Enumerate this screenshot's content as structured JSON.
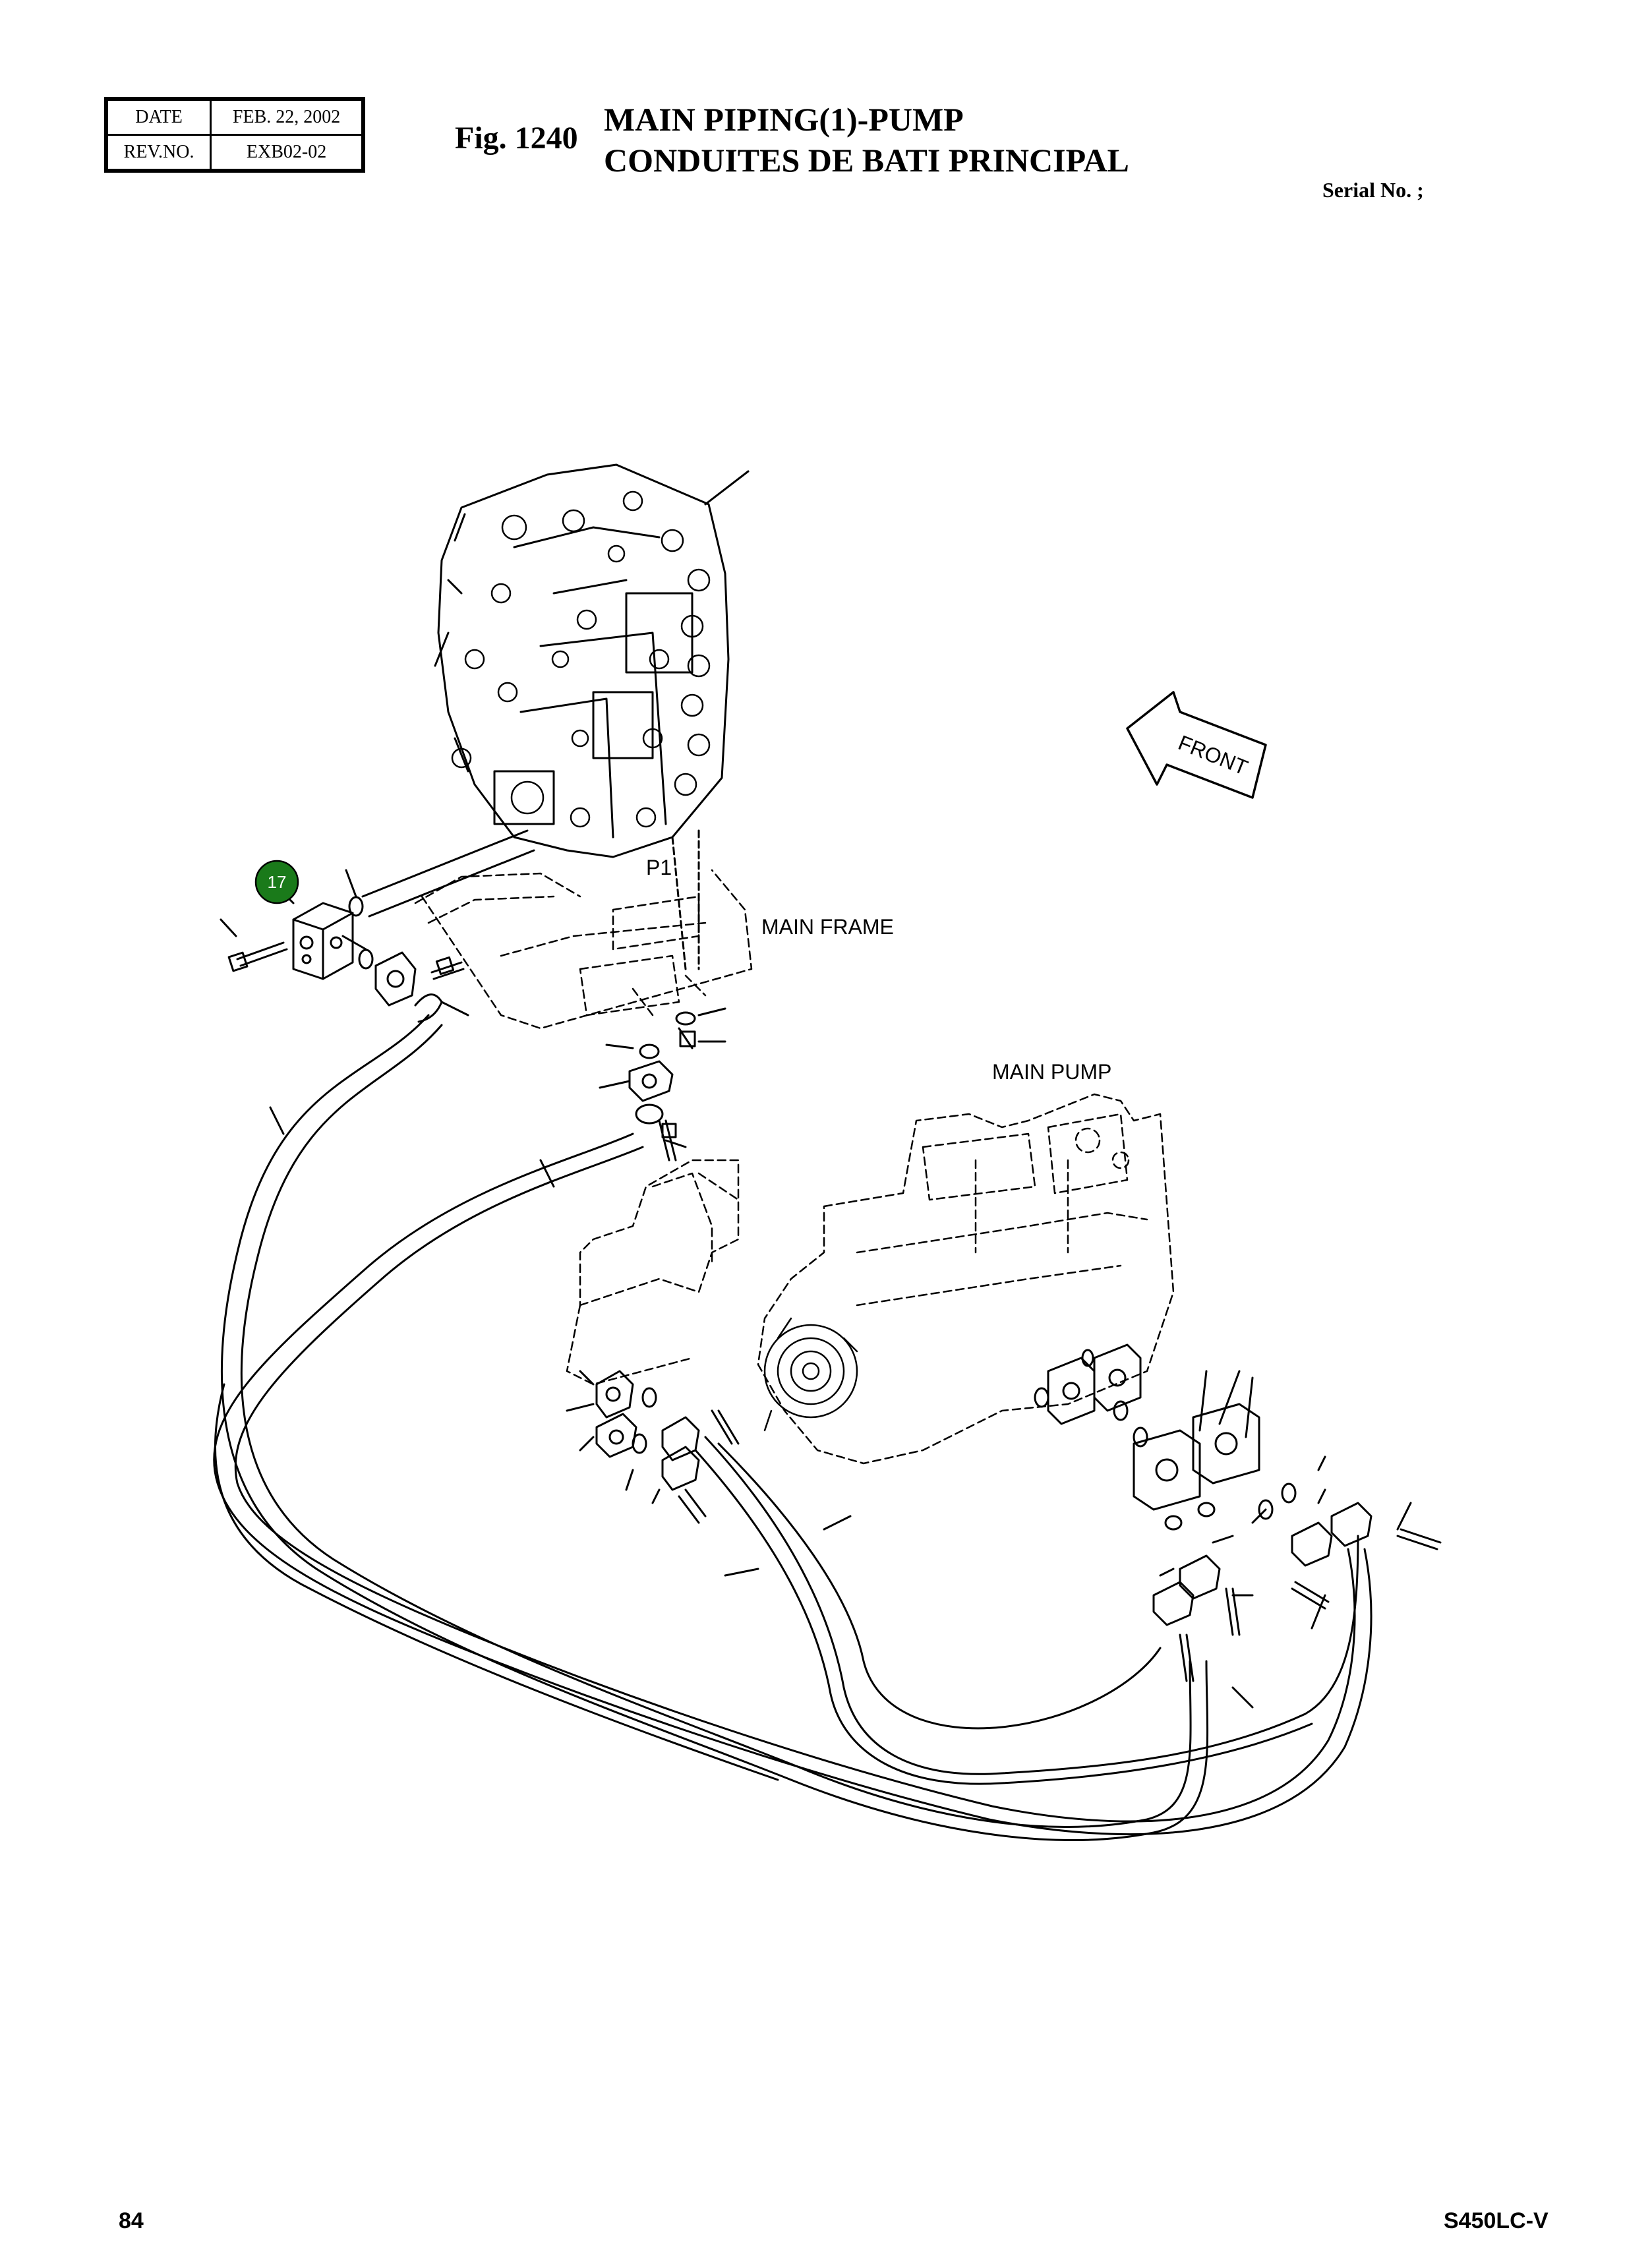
{
  "header": {
    "date_label": "DATE",
    "date_value": "FEB. 22, 2002",
    "rev_label": "REV.NO.",
    "rev_value": "EXB02-02",
    "fig_no": "Fig. 1240",
    "title_en": "MAIN PIPING(1)-PUMP",
    "title_fr": "CONDUITES DE BATI PRINCIPAL",
    "serial": "Serial No. ;"
  },
  "diagram": {
    "labels": {
      "p1": "P1",
      "main_frame": "MAIN FRAME",
      "main_pump": "MAIN PUMP",
      "front": "FRONT"
    },
    "callout": {
      "number": "17",
      "color": "#1a7a1a"
    }
  },
  "footer": {
    "page": "84",
    "model": "S450LC-V"
  }
}
